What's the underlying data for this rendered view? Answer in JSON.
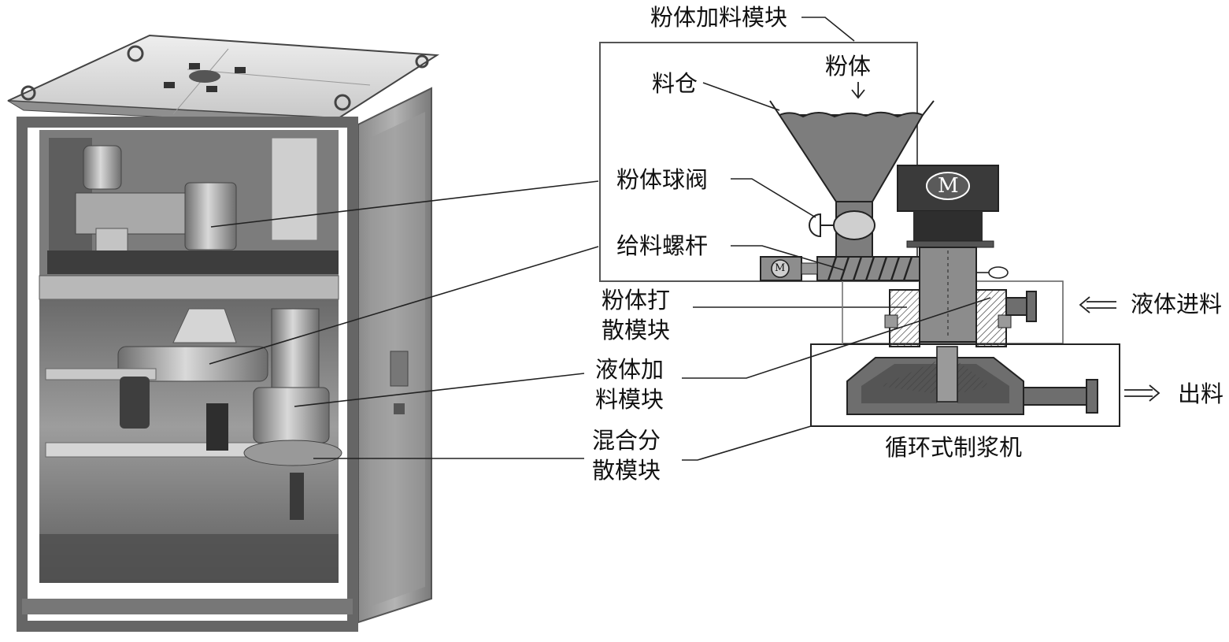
{
  "labels": {
    "powder_feed_module": "粉体加料模块",
    "powder": "粉体",
    "hopper": "料仓",
    "powder_ball_valve": "粉体球阀",
    "feed_screw": "给料螺杆",
    "powder_dispersion": [
      "粉体打",
      "散模块"
    ],
    "liquid_feed_module": [
      "液体加",
      "料模块"
    ],
    "mixing_dispersion": [
      "混合分",
      "散模块"
    ],
    "liquid_inlet": "液体进料",
    "outlet": "出料",
    "circulating_pulper": "循环式制浆机",
    "motor_main": "M",
    "motor_screw": "M"
  },
  "colors": {
    "line": "#222222",
    "powder_fill": "#7d7d7d",
    "motor_dark": "#3a3a3a",
    "shaft": "#8a8a8a",
    "cabinet_frame": "#6e6e6e",
    "cabinet_glass": "#bdbdbd"
  }
}
